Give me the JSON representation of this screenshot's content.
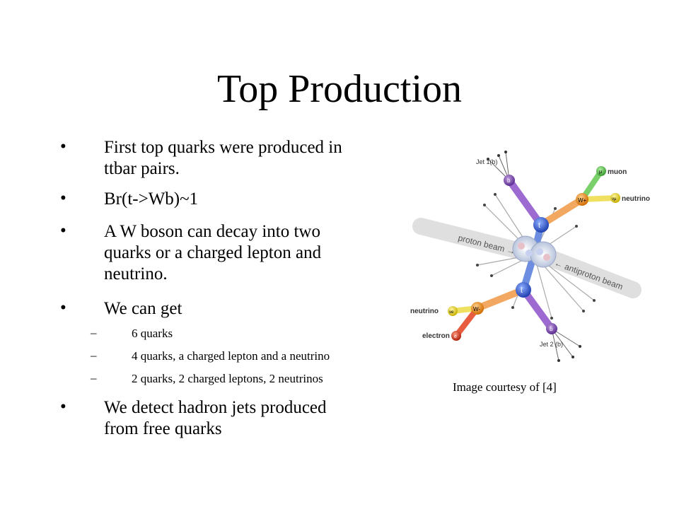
{
  "slide": {
    "title": "Top Production",
    "bullets": [
      {
        "line1": "First top quarks were produced in",
        "line2": "ttbar pairs."
      },
      {
        "line1": "Br(t->Wb)~1"
      },
      {
        "line1": "A W boson can decay into two",
        "line2": "quarks or a charged lepton and",
        "line3": "neutrino."
      },
      {
        "line1": "We can get"
      },
      {
        "line1": "We detect hadron jets produced",
        "line2": "from free quarks"
      }
    ],
    "sub_bullets": [
      "6 quarks",
      "4 quarks, a charged lepton and a neutrino",
      "2 quarks, 2 charged leptons, 2 neutrinos"
    ],
    "caption": "Image courtesy of [4]"
  },
  "figure": {
    "labels": {
      "jet1": "Jet 1(b)",
      "jet2": "Jet 2 (b)",
      "muon": "muon",
      "neutrino_top": "neutrino",
      "neutrino_left": "neutrino",
      "electron": "electron",
      "proton_beam": "proton beam →",
      "antiproton_beam": "← antiproton beam",
      "t": "t",
      "tbar": "t̄",
      "w_plus": "W+",
      "w_minus": "W-",
      "b": "b",
      "bbar": "b̄",
      "mu": "μ",
      "nu_mu": "νμ",
      "nu_e": "νe",
      "e": "e"
    }
  }
}
